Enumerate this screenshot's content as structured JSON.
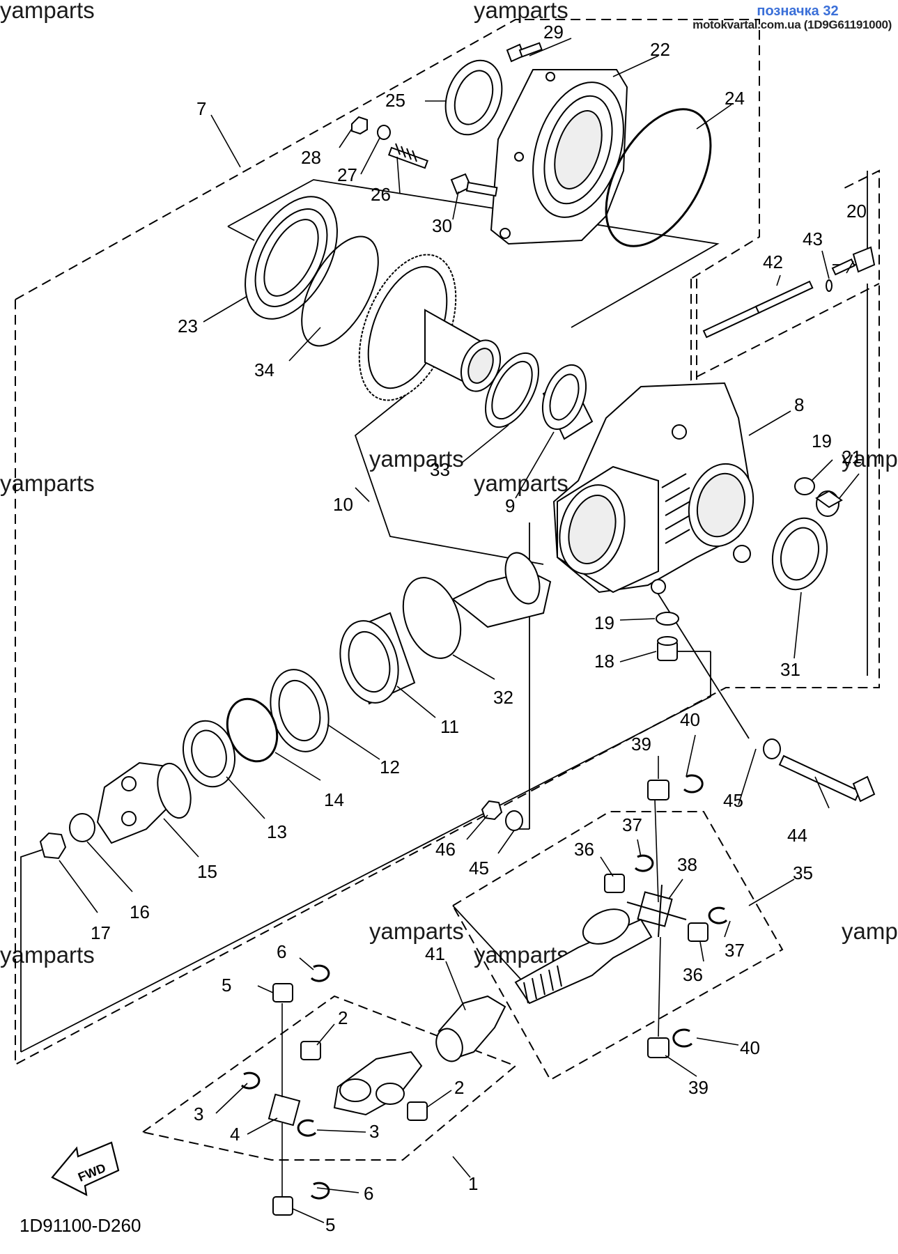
{
  "header": {
    "ref_label": "позначка 32",
    "source": "motokvartal.com.ua (1D9G61191000)"
  },
  "watermark": "yamparts",
  "diagram_code": "1D91100-D260",
  "fwd_label": "FWD",
  "parts": {
    "p1": "1",
    "p2": "2",
    "p3": "3",
    "p4": "4",
    "p5": "5",
    "p6": "6",
    "p7": "7",
    "p8": "8",
    "p9": "9",
    "p10": "10",
    "p11": "11",
    "p12": "12",
    "p13": "13",
    "p14": "14",
    "p15": "15",
    "p16": "16",
    "p17": "17",
    "p18": "18",
    "p19": "19",
    "p20": "20",
    "p21": "21",
    "p22": "22",
    "p23": "23",
    "p24": "24",
    "p25": "25",
    "p26": "26",
    "p27": "27",
    "p28": "28",
    "p29": "29",
    "p30": "30",
    "p31": "31",
    "p32": "32",
    "p33": "33",
    "p34": "34",
    "p35": "35",
    "p36": "36",
    "p37": "37",
    "p38": "38",
    "p39": "39",
    "p40": "40",
    "p41": "41",
    "p42": "42",
    "p43": "43",
    "p44": "44",
    "p45": "45",
    "p46": "46"
  }
}
